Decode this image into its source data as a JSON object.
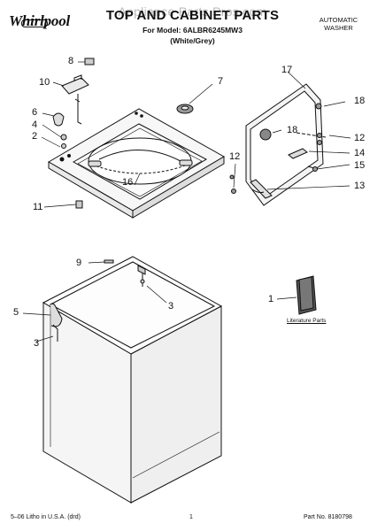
{
  "brand": {
    "name": "Whirlpool",
    "tag": "logo"
  },
  "watermark": "Appliance Parts Pros.com",
  "header": {
    "title": "TOP AND CABINET PARTS",
    "model_line": "For Model: 6ALBR6245MW3",
    "color_line": "(White/Grey)",
    "product_type_line1": "AUTOMATIC",
    "product_type_line2": "WASHER"
  },
  "callouts": [
    "1",
    "2",
    "3",
    "4",
    "5",
    "6",
    "7",
    "8",
    "9",
    "10",
    "11",
    "12",
    "13",
    "14",
    "15",
    "16",
    "17",
    "18"
  ],
  "labels": {
    "literature_parts": "Literature Parts"
  },
  "footer": {
    "print_code": "5–06 Litho in U.S.A. (drd)",
    "page_number": "1",
    "part_number": "Part No. 8180798"
  }
}
